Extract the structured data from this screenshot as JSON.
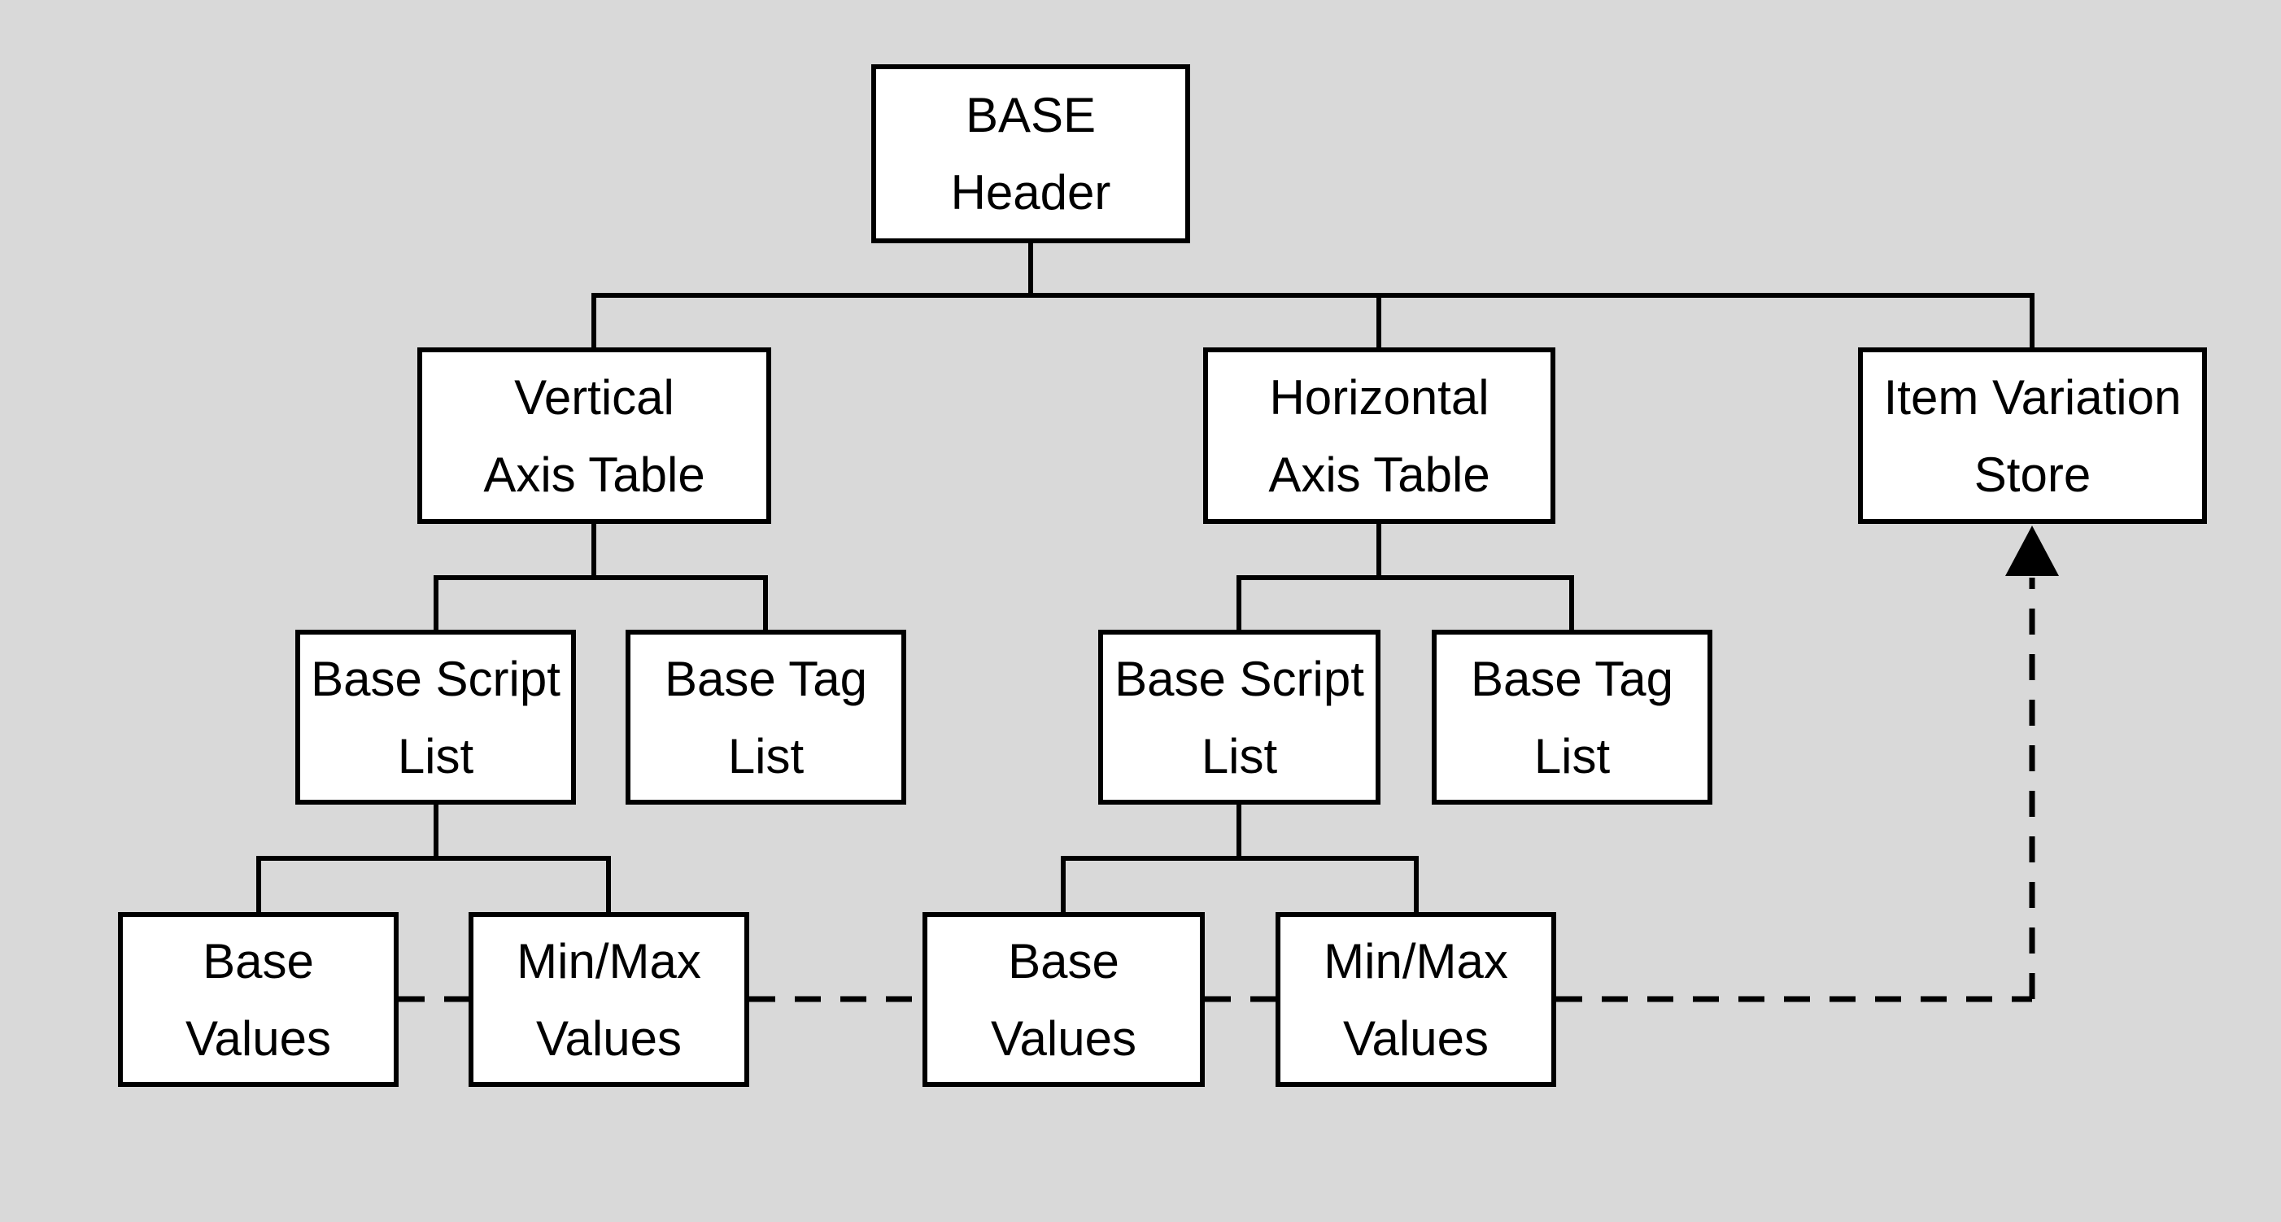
{
  "diagram": {
    "background_color": "#d9d9d9",
    "box_fill_color": "#ffffff",
    "line_color": "#000000",
    "nodes": {
      "base_header": {
        "line1": "BASE",
        "line2": "Header"
      },
      "vertical_axis_table": {
        "line1": "Vertical",
        "line2": "Axis Table"
      },
      "horizontal_axis_table": {
        "line1": "Horizontal",
        "line2": "Axis Table"
      },
      "item_variation_store": {
        "line1": "Item Variation",
        "line2": "Store"
      },
      "v_base_script_list": {
        "line1": "Base Script",
        "line2": "List"
      },
      "v_base_tag_list": {
        "line1": "Base Tag",
        "line2": "List"
      },
      "h_base_script_list": {
        "line1": "Base Script",
        "line2": "List"
      },
      "h_base_tag_list": {
        "line1": "Base Tag",
        "line2": "List"
      },
      "v_base_values": {
        "line1": "Base",
        "line2": "Values"
      },
      "v_minmax_values": {
        "line1": "Min/Max",
        "line2": "Values"
      },
      "h_base_values": {
        "line1": "Base",
        "line2": "Values"
      },
      "h_minmax_values": {
        "line1": "Min/Max",
        "line2": "Values"
      }
    },
    "edges": {
      "solid": "parent-child hierarchy lines",
      "dashed": "value flow into Item Variation Store"
    }
  }
}
